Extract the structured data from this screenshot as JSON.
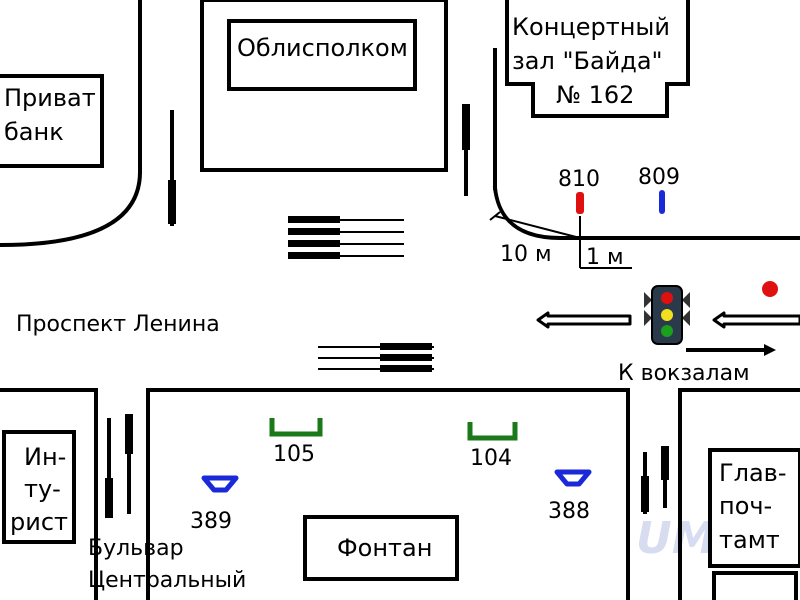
{
  "buildings": {
    "oblispolkom": "Облисполком",
    "concert_hall": [
      "Концертный",
      "зал \"Байда\"",
      "№ 162"
    ],
    "privatbank": [
      "Приват",
      "банк"
    ],
    "intourist": [
      "Ин-",
      "ту-",
      "рист"
    ],
    "glavpochtamt": [
      "Глав-",
      "поч-",
      "тамт"
    ],
    "fountain": "Фонтан"
  },
  "streets": {
    "prospect": "Проспект Ленина",
    "boulevard": [
      "Бульвар",
      "Центральный"
    ],
    "to_station": "К вокзалам"
  },
  "stops": {
    "s810": "810",
    "s809": "809",
    "s105": "105",
    "s104": "104",
    "s389": "389",
    "s388": "388"
  },
  "distances": {
    "d10": "10 м",
    "d1": "1 м"
  },
  "watermark": "UMM",
  "colors": {
    "road": "#000000",
    "bus_stop_green": "#1a7a1a",
    "stop_blue": "#1a2ad8",
    "stop_red": "#e01010",
    "watermark": "#d8dcf0"
  }
}
